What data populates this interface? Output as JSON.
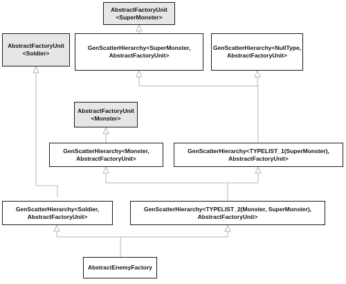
{
  "diagram": {
    "colors": {
      "abstract_fill": "#e6e6e6",
      "concrete_fill": "#ffffff",
      "border": "#1a1a1a",
      "connector": "#b5b5b5"
    },
    "nodes": {
      "afu_supermonster": {
        "line1": "AbstractFactoryUnit",
        "line2": "<SuperMonster>",
        "shaded": true
      },
      "afu_soldier": {
        "line1": "AbstractFactoryUnit",
        "line2": "<Soldier>",
        "shaded": true
      },
      "gsh_supermonster": {
        "line1": "GenScatterHierarchy<SuperMonster,",
        "line2": "AbstractFactoryUnit>",
        "shaded": false
      },
      "gsh_nulltype": {
        "line1": "GenScatterHierarchy<NullType,",
        "line2": "AbstractFactoryUnit>",
        "shaded": false
      },
      "afu_monster": {
        "line1": "AbstractFactoryUnit",
        "line2": "<Monster>",
        "shaded": true
      },
      "gsh_monster": {
        "line1": "GenScatterHierarchy<Monster,",
        "line2": "AbstractFactoryUnit>",
        "shaded": false
      },
      "gsh_typelist1": {
        "line1": "GenScatterHierarchy<TYPELIST_1(SuperMonster),",
        "line2": "AbstractFactoryUnit>",
        "shaded": false
      },
      "gsh_soldier": {
        "line1": "GenScatterHierarchy<Soldier,",
        "line2": "AbstractFactoryUnit>",
        "shaded": false
      },
      "gsh_typelist2": {
        "line1": "GenScatterHierarchy<TYPELIST_2(Monster, SuperMonster),",
        "line2": "AbstractFactoryUnit>",
        "shaded": false
      },
      "abstract_enemy_factory": {
        "line1": "AbstractEnemyFactory",
        "line2": "",
        "shaded": false
      }
    }
  }
}
